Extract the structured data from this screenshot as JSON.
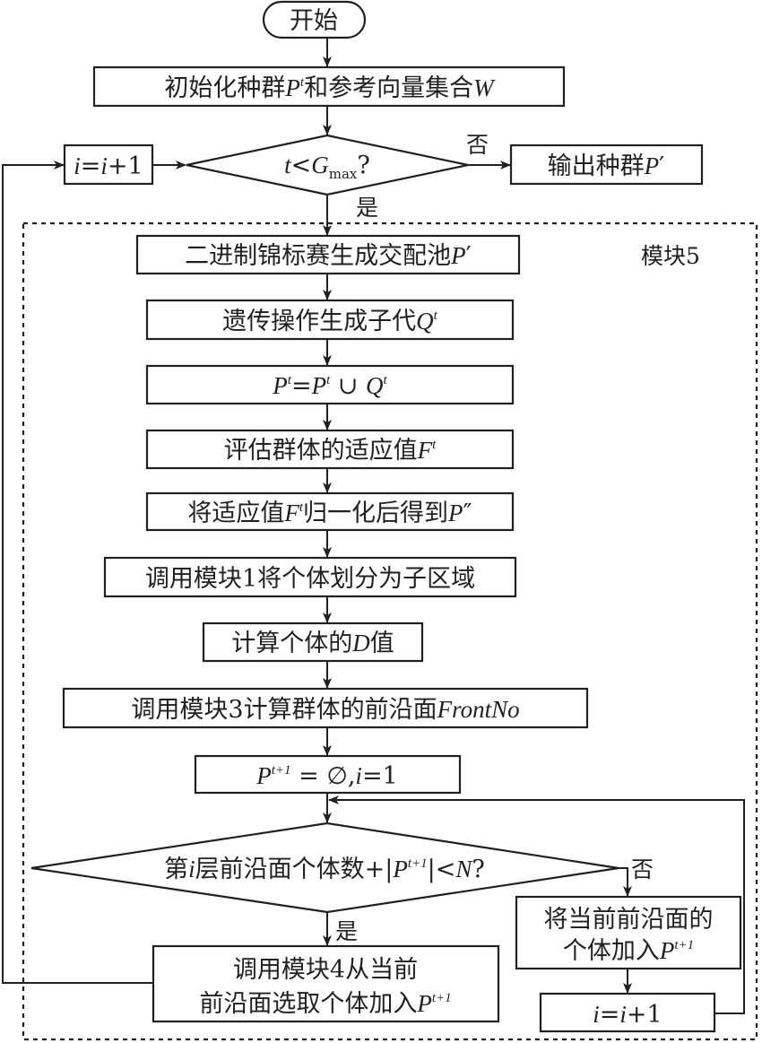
{
  "diagram": {
    "type": "flowchart",
    "module_label": "模块5",
    "nodes": {
      "start": {
        "text": "开始"
      },
      "init": {
        "text": "初始化种群",
        "var": "P",
        "sup": "t",
        "text2": "和参考向量集合",
        "var2": "W"
      },
      "cond1": {
        "var": "t",
        "op": "<",
        "var2": "G",
        "sub": "max",
        "tail": "?"
      },
      "inc1": {
        "var": "i",
        "eq": "=",
        "var2": "i",
        "tail": "+1"
      },
      "output": {
        "text": "输出种群",
        "var": "P",
        "prime": "′"
      },
      "tournament": {
        "text": "二进制锦标赛生成交配池",
        "var": "P",
        "prime": "′"
      },
      "genetic": {
        "text": "遗传操作生成子代",
        "var": "Q",
        "sup": "t"
      },
      "merge": {
        "v1": "P",
        "s1": "t",
        "eq": "=",
        "v2": "P",
        "s2": "t",
        "union": " ∪ ",
        "v3": "Q",
        "s3": "t"
      },
      "evaluate": {
        "text": "评估群体的适应值",
        "var": "F",
        "sup": "t"
      },
      "normalize": {
        "text": "将适应值",
        "var": "F",
        "sup": "t",
        "text2": "归一化后得到",
        "var2": "P",
        "prime2": "″"
      },
      "module1": {
        "text": "调用模块1将个体划分为子区域"
      },
      "dvalue": {
        "text": "计算个体的",
        "var": "D",
        "text2": "值"
      },
      "module3": {
        "text": "调用模块3计算群体的前沿面",
        "var": "FrontNo"
      },
      "reset": {
        "var": "P",
        "sup": "t+1",
        "text": " = ∅,",
        "var2": "i",
        "tail": "=1"
      },
      "cond2": {
        "text": "第",
        "var": "i",
        "text2": "层前沿面个体数+|",
        "var2": "P",
        "sup": "t+1",
        "text3": "|<",
        "var3": "N",
        "tail": "?"
      },
      "module4": {
        "line1": "调用模块4从当前",
        "line2": "前沿面选取个体加入",
        "var": "P",
        "sup": "t+1"
      },
      "addfront": {
        "line1": "将当前前沿面的",
        "line2": "个体加入",
        "var": "P",
        "sup": "t+1"
      },
      "inc2": {
        "var": "i",
        "eq": "=",
        "var2": "i",
        "tail": "+1"
      }
    },
    "edge_labels": {
      "yes": "是",
      "no": "否"
    }
  }
}
